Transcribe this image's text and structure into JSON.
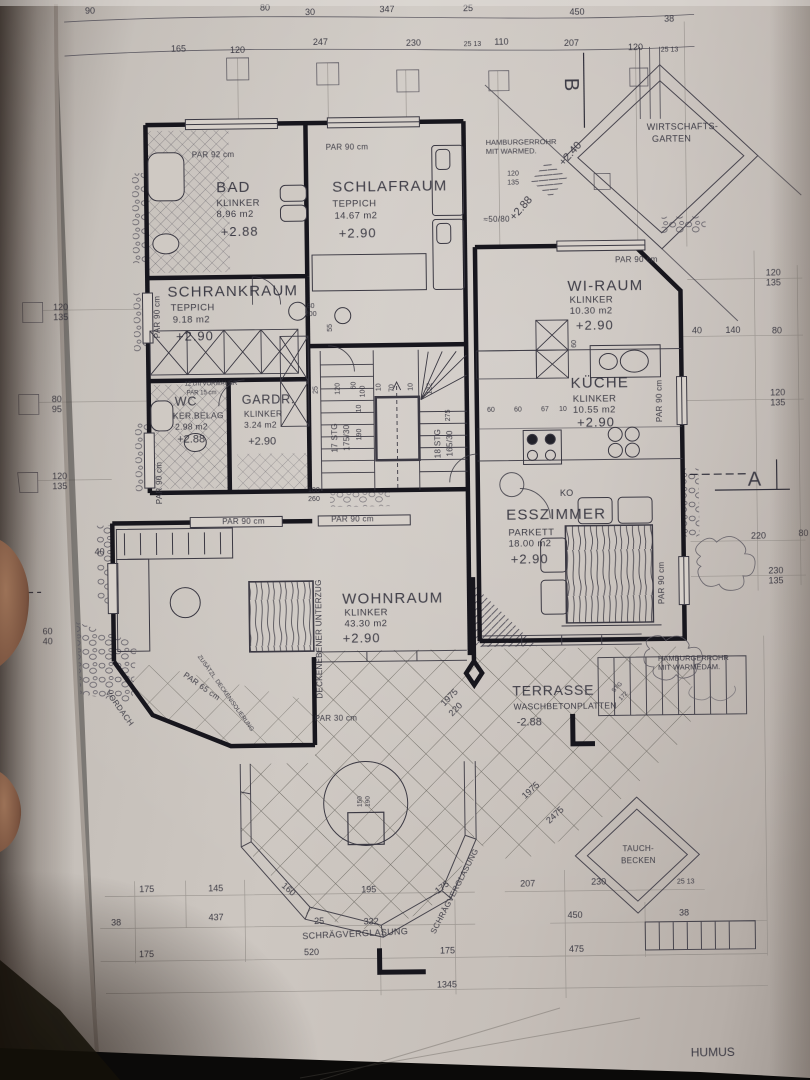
{
  "rooms": {
    "bad": {
      "name": "BAD",
      "finish": "KLINKER",
      "area": "8.96 m2",
      "level": "+2.88"
    },
    "schlafraum": {
      "name": "SCHLAFRAUM",
      "finish": "TEPPICH",
      "area": "14.67 m2",
      "level": "+2.90"
    },
    "schrankraum": {
      "name": "SCHRANKRAUM",
      "finish": "TEPPICH",
      "area": "9.18 m2",
      "level": "+2.90"
    },
    "wc": {
      "name": "WC",
      "finish": "KER.BELAG",
      "area": "2.98 m2",
      "level": "+2.88"
    },
    "garderobe": {
      "name": "GARDR.",
      "finish": "KLINKER",
      "area": "3.24 m2",
      "level": "+2.90"
    },
    "wiraum": {
      "name": "WI-RAUM",
      "finish": "KLINKER",
      "area": "10.30 m2",
      "level": "+2.90"
    },
    "kueche": {
      "name": "KÜCHE",
      "finish": "KLINKER",
      "area": "10.55 m2",
      "level": "+2.90"
    },
    "esszimmer": {
      "name": "ESSZIMMER",
      "finish": "PARKETT",
      "area": "18.00 m2",
      "level": "+2.90"
    },
    "wohnraum": {
      "name": "WOHNRAUM",
      "finish": "KLINKER",
      "area": "43.30 m2",
      "level": "+2.90"
    },
    "terrasse": {
      "name": "TERRASSE",
      "finish": "WASCHBETONPLATTEN",
      "level": "-2.88"
    }
  },
  "outdoor": {
    "garden_line1": "WIRTSCHAFTS-",
    "garden_line2": "GARTEN",
    "pool_line1": "TAUCH-",
    "pool_line2": "BECKEN",
    "humus": "HUMUS"
  },
  "notes": {
    "pipe_top_line1": "HAMBURGERROHR",
    "pipe_top_line2": "MIT WARMED.",
    "pipe_right_line1": "HAMBURGERROHR",
    "pipe_right_line2": "MIT WARMEDAM.",
    "glazing": "SCHRÄGVERGLASUNG",
    "beam": "DECKENEBENER UNTERZUG",
    "insulation": "ZUSÄTZL. DECKENISOLIERUNG",
    "canopy": "VORDACH",
    "vormauer": "12 cm VORMAUER",
    "stairs_a1": "17 STG",
    "stairs_a2": "175/30",
    "stairs_b1": "18 STG",
    "stairs_b2": "165/30",
    "ko": "KO",
    "stg": "STG",
    "stg2": "172"
  },
  "par": {
    "p92": "PAR 92 cm",
    "p90": "PAR 90 cm",
    "p65": "PAR 65 cm",
    "p30": "PAR 30 cm",
    "p15": "PAR 15 cm"
  },
  "levels": {
    "l240": "+2.40",
    "l288": "+2.88",
    "l5080": "≈50/80"
  },
  "markers": {
    "a": "A",
    "b": "B"
  },
  "dims": {
    "top": [
      "90",
      "80",
      "30",
      "347",
      "25",
      "450",
      "38",
      "165",
      "120",
      "247",
      "230",
      "25 13",
      "110",
      "207",
      "120",
      "25 13",
      "120",
      "135"
    ],
    "left": [
      "120",
      "135",
      "80",
      "95",
      "120",
      "135",
      "40",
      "60",
      "40"
    ],
    "right": [
      "120",
      "135",
      "40",
      "140",
      "80",
      "120",
      "135",
      "220",
      "80",
      "230",
      "135"
    ],
    "bottom": [
      "175",
      "145",
      "160",
      "195",
      "175",
      "38",
      "437",
      "25",
      "332",
      "175",
      "520",
      "175",
      "207",
      "230",
      "25 13",
      "450",
      "38",
      "475",
      "1345"
    ],
    "stairs": [
      "25",
      "120",
      "60",
      "100",
      "10",
      "70",
      "10",
      "122",
      "10",
      "190",
      "275"
    ],
    "doors": [
      "80",
      "200",
      "100",
      "260",
      "55"
    ],
    "kitchen": [
      "60",
      "60",
      "67",
      "10",
      "60"
    ],
    "diag": [
      "1975",
      "220",
      "1975",
      "2475"
    ],
    "circle": [
      "150",
      "190"
    ]
  }
}
